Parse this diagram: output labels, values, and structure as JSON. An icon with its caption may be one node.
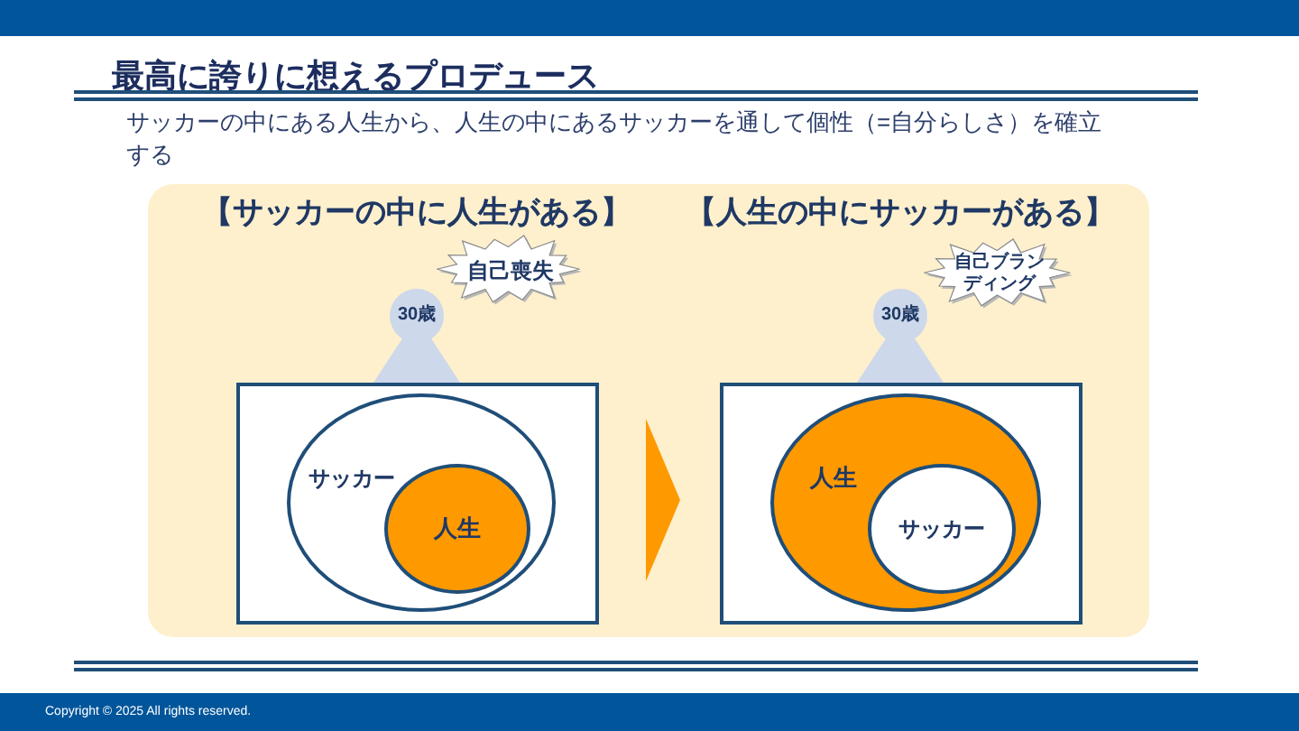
{
  "diagram": {
    "title": "最高に誇りに想えるプロデュース",
    "nodes": [
      {
        "text": [
          "【サッカーの中に人生がある】",
          "【人生の中にサッカーがある】"
        ]
      },
      {
        "text": [
          "自己喪失"
        ],
        "in": 0
      },
      {
        "text": [
          "30歳"
        ],
        "in": 0
      },
      {
        "text": [],
        "shape": "box",
        "in": 0
      },
      {
        "text": [
          "サッカー"
        ],
        "in": 3
      },
      {
        "text": [
          "人生"
        ],
        "in": 4
      },
      {
        "text": [
          "自己ブランディング"
        ],
        "in": 0
      },
      {
        "text": [
          "30歳"
        ],
        "in": 0
      },
      {
        "text": [],
        "shape": "box",
        "in": 0
      },
      {
        "text": [
          "人生"
        ],
        "in": 8
      },
      {
        "text": [
          "サッカー"
        ],
        "in": 9
      }
    ],
    "edges": [
      {
        "from": 3,
        "to": 8,
        "arrow": "to"
      }
    ],
    "labels": [
      "サッカーの中にある人生から、人生の中にあるサッカーを通して個性（=自分らしさ）を確立する",
      "Copyright © 2025 All rights reserved."
    ]
  }
}
